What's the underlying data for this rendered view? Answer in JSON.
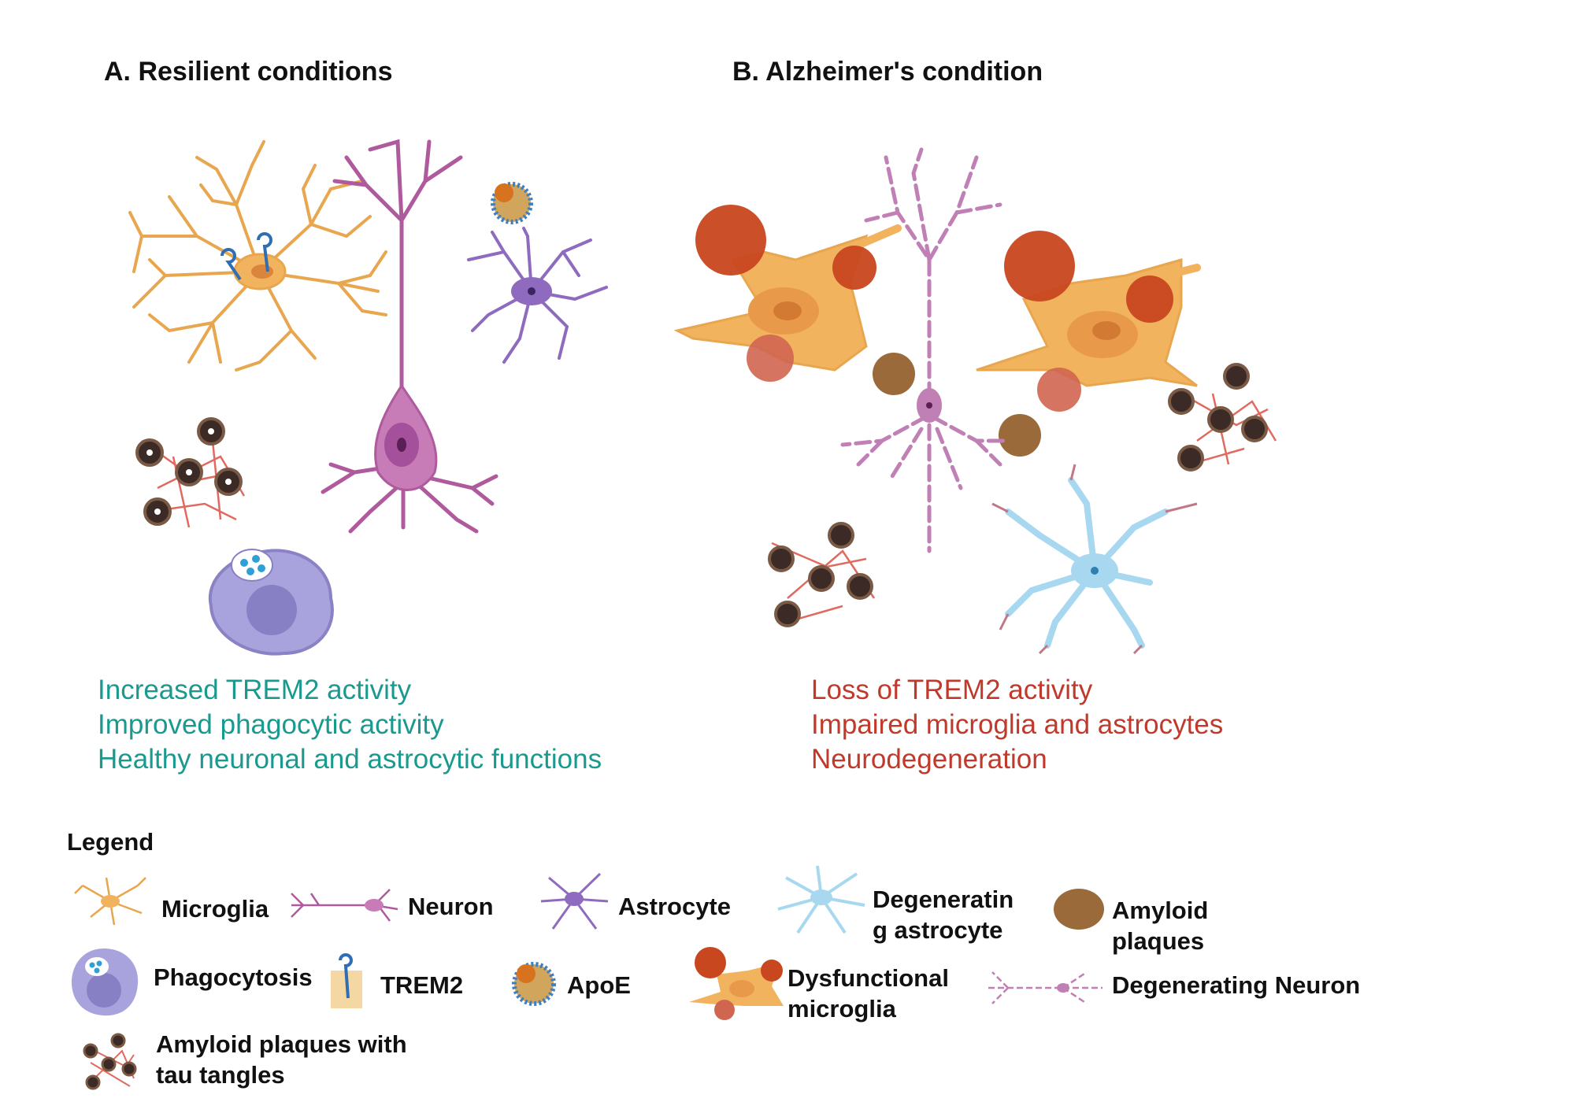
{
  "panels": {
    "a": {
      "title": "A. Resilient conditions",
      "caption": [
        "Increased TREM2 activity",
        "Improved phagocytic activity",
        "Healthy neuronal and astrocytic functions"
      ]
    },
    "b": {
      "title": "B. Alzheimer's condition",
      "caption": [
        "Loss of TREM2 activity",
        "Impaired microglia and astrocytes",
        "Neurodegeneration"
      ]
    }
  },
  "legend": {
    "title": "Legend",
    "items": [
      {
        "label": "Microglia"
      },
      {
        "label": "Neuron"
      },
      {
        "label": "Astrocyte"
      },
      {
        "label": "Degeneratin\ng astrocyte"
      },
      {
        "label": "Amyloid\nplaques"
      },
      {
        "label": "Phagocytosis"
      },
      {
        "label": "TREM2"
      },
      {
        "label": "ApoE"
      },
      {
        "label": "Dysfunctional\nmicroglia"
      },
      {
        "label": "Degenerating Neuron"
      },
      {
        "label": "Amyloid plaques with\ntau tangles"
      }
    ]
  },
  "colors": {
    "healthy_text": "#1a9a8e",
    "disease_text": "#c0392b",
    "microglia": "#f2b35e",
    "neuron": "#b05a9e",
    "astrocyte": "#8e6bbf",
    "degenerating_astrocyte": "#a8d8f0",
    "amyloid": "#9a6a3a",
    "tau": "#d9534f",
    "phagocyte": "#a9a3dd"
  }
}
